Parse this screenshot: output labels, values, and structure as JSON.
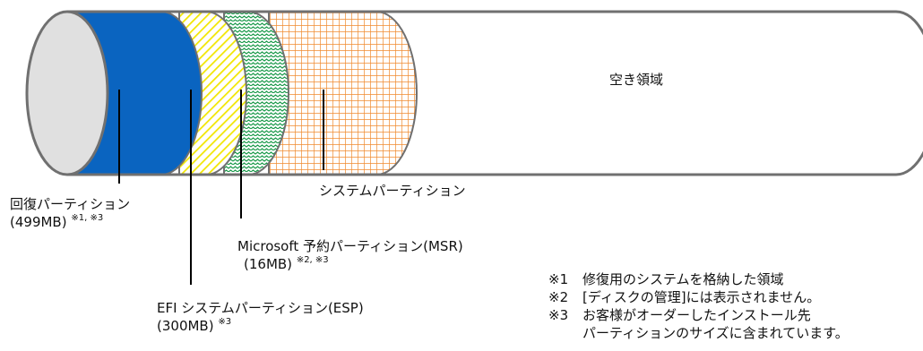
{
  "colors": {
    "recovery": "#0A64C0",
    "efi_hatch": "#F2E600",
    "msr_wave": "#1A9A4A",
    "system_grid": "#F08A2E",
    "disk_outline": "#707070",
    "disk_cap": "#E0E0E0"
  },
  "free_area": {
    "label": "空き領域"
  },
  "labels": {
    "recovery": {
      "line1": "回復パーティション",
      "line2": "(499MB)",
      "notes": "※1, ※3"
    },
    "efi": {
      "line1": "EFI システムパーティション(ESP)",
      "line2": "(300MB)",
      "notes": "※3"
    },
    "msr": {
      "line1": "Microsoft 予約パーティション(MSR)",
      "line2": "(16MB)",
      "notes": "※2, ※3"
    },
    "system": {
      "line1": "システムパーティション"
    }
  },
  "notes": [
    {
      "key": "※1",
      "text": "修復用のシステムを格納した領域"
    },
    {
      "key": "※2",
      "text": "[ディスクの管理]には表示されません。"
    },
    {
      "key": "※3",
      "text": "お客様がオーダーしたインストール先"
    }
  ],
  "note3_continuation": "パーティションのサイズに含まれています。"
}
